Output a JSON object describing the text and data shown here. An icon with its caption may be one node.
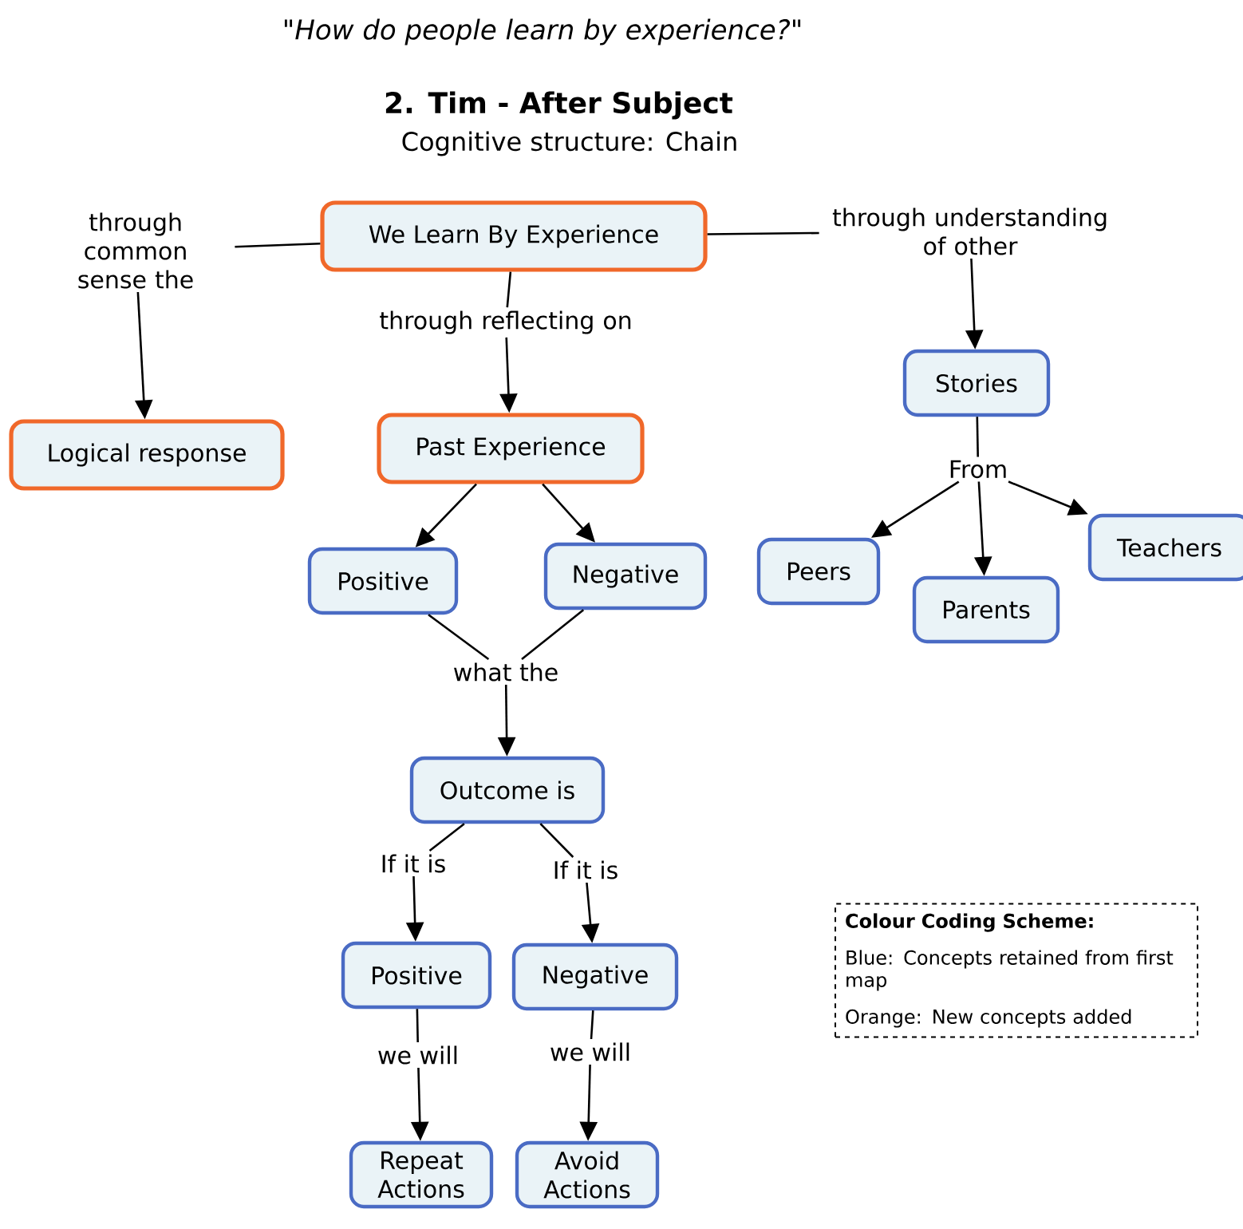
{
  "diagram": {
    "title": "\"How do people learn by experience?\"",
    "labels": [
      "2. Tim - After Subject",
      "Cognitive structure: Chain"
    ],
    "nodes": [
      {
        "text": [
          "We Learn By Experience"
        ]
      },
      {
        "text": [
          "through common sense the"
        ]
      },
      {
        "text": [
          "through understanding of other"
        ]
      },
      {
        "text": [
          "through reflecting on"
        ]
      },
      {
        "text": [
          "Logical response"
        ]
      },
      {
        "text": [
          "Past Experience"
        ]
      },
      {
        "text": [
          "Stories"
        ]
      },
      {
        "text": [
          "From"
        ]
      },
      {
        "text": [
          "Positive"
        ]
      },
      {
        "text": [
          "Negative"
        ]
      },
      {
        "text": [
          "Peers"
        ]
      },
      {
        "text": [
          "Teachers"
        ]
      },
      {
        "text": [
          "Parents"
        ]
      },
      {
        "text": [
          "what the"
        ]
      },
      {
        "text": [
          "Outcome is"
        ]
      },
      {
        "text": [
          "If it is"
        ]
      },
      {
        "text": [
          "If it is"
        ]
      },
      {
        "text": [
          "Positive"
        ]
      },
      {
        "text": [
          "Negative"
        ]
      },
      {
        "text": [
          "we will"
        ]
      },
      {
        "text": [
          "we will"
        ]
      },
      {
        "text": [
          "Repeat Actions"
        ]
      },
      {
        "text": [
          "Avoid Actions"
        ]
      },
      {
        "text": [
          "Colour Coding Scheme:",
          "Blue: Concepts retained from first map",
          "Orange: New concepts added"
        ]
      }
    ],
    "edges": [
      {
        "from": 0,
        "to": 1,
        "arrow": "none"
      },
      {
        "from": 0,
        "to": 2,
        "arrow": "none"
      },
      {
        "from": 0,
        "to": 3,
        "arrow": "none"
      },
      {
        "from": 1,
        "to": 4,
        "arrow": "to"
      },
      {
        "from": 2,
        "to": 6,
        "arrow": "to"
      },
      {
        "from": 3,
        "to": 5,
        "arrow": "to"
      },
      {
        "from": 6,
        "to": 7,
        "arrow": "none"
      },
      {
        "from": 7,
        "to": 10,
        "arrow": "to"
      },
      {
        "from": 7,
        "to": 12,
        "arrow": "to"
      },
      {
        "from": 7,
        "to": 11,
        "arrow": "to"
      },
      {
        "from": 5,
        "to": 8,
        "arrow": "to"
      },
      {
        "from": 5,
        "to": 9,
        "arrow": "to"
      },
      {
        "from": 8,
        "to": 13,
        "arrow": "none"
      },
      {
        "from": 9,
        "to": 13,
        "arrow": "none"
      },
      {
        "from": 13,
        "to": 14,
        "arrow": "to"
      },
      {
        "from": 14,
        "to": 15,
        "arrow": "none"
      },
      {
        "from": 14,
        "to": 16,
        "arrow": "none"
      },
      {
        "from": 15,
        "to": 17,
        "arrow": "to"
      },
      {
        "from": 16,
        "to": 18,
        "arrow": "to"
      },
      {
        "from": 17,
        "to": 19,
        "arrow": "none"
      },
      {
        "from": 18,
        "to": 20,
        "arrow": "none"
      },
      {
        "from": 19,
        "to": 21,
        "arrow": "to"
      },
      {
        "from": 20,
        "to": 22,
        "arrow": "to"
      }
    ]
  }
}
